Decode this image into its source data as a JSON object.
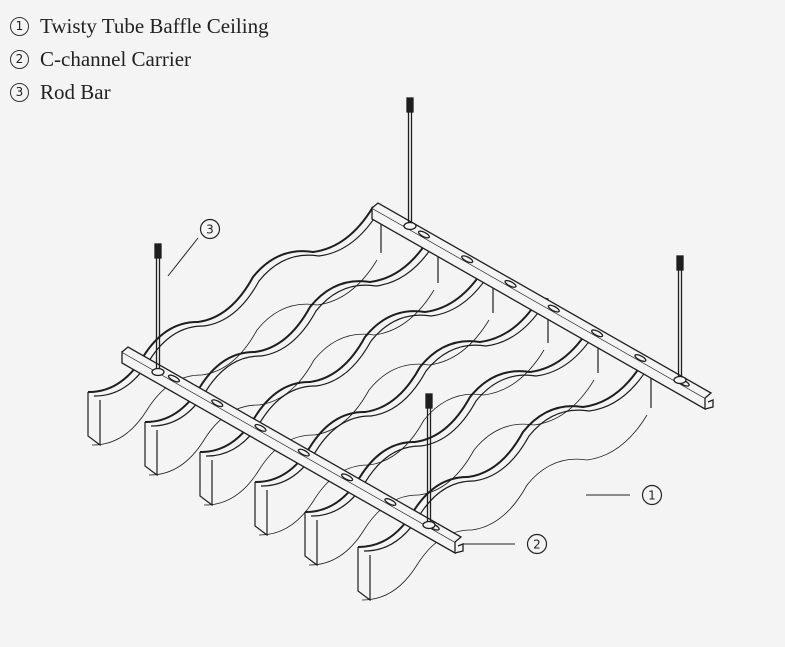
{
  "legend": [
    {
      "number": "1",
      "label": "Twisty Tube Baffle Ceiling",
      "icon": "circled-number-icon"
    },
    {
      "number": "2",
      "label": "C-channel Carrier",
      "icon": "circled-number-icon"
    },
    {
      "number": "3",
      "label": "Rod Bar",
      "icon": "circled-number-icon"
    }
  ],
  "callouts": {
    "baffle": "1",
    "carrier": "2",
    "rod": "3"
  },
  "colors": {
    "line": "#1e1e1e",
    "background": "#f4f4f4"
  }
}
